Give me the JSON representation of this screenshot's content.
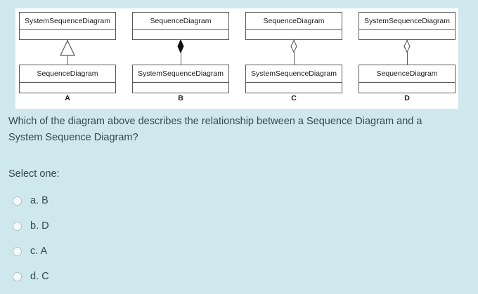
{
  "figure": {
    "name": "uml-relationship-options-figure",
    "background": "#ffffff",
    "panels": [
      {
        "id": "A",
        "label": "A",
        "top_class": "SystemSequenceDiagram",
        "bottom_class": "SequenceDiagram",
        "relationship": "generalization",
        "adornment": "hollow-triangle"
      },
      {
        "id": "B",
        "label": "B",
        "top_class": "SequenceDiagram",
        "bottom_class": "SystemSequenceDiagram",
        "relationship": "composition",
        "adornment": "filled-diamond"
      },
      {
        "id": "C",
        "label": "C",
        "top_class": "SequenceDiagram",
        "bottom_class": "SystemSequenceDiagram",
        "relationship": "aggregation",
        "adornment": "hollow-diamond"
      },
      {
        "id": "D",
        "label": "D",
        "top_class": "SystemSequenceDiagram",
        "bottom_class": "SequenceDiagram",
        "relationship": "aggregation",
        "adornment": "hollow-diamond"
      }
    ]
  },
  "question": {
    "text": "Which of the diagram above describes the relationship between a Sequence Diagram and a System Sequence Diagram?",
    "select_one_label": "Select one:",
    "options": [
      {
        "key": "a.",
        "value": "B",
        "label": "a. B",
        "selected": false
      },
      {
        "key": "b.",
        "value": "D",
        "label": "b. D",
        "selected": false
      },
      {
        "key": "c.",
        "value": "A",
        "label": "c. A",
        "selected": false
      },
      {
        "key": "d.",
        "value": "C",
        "label": "d. C",
        "selected": false
      }
    ]
  },
  "colors": {
    "page_background": "#cfe8ee",
    "text": "#37474f",
    "figure_background": "#ffffff",
    "class_border": "#5a5a5a",
    "radio_border": "#b4c2c6"
  }
}
